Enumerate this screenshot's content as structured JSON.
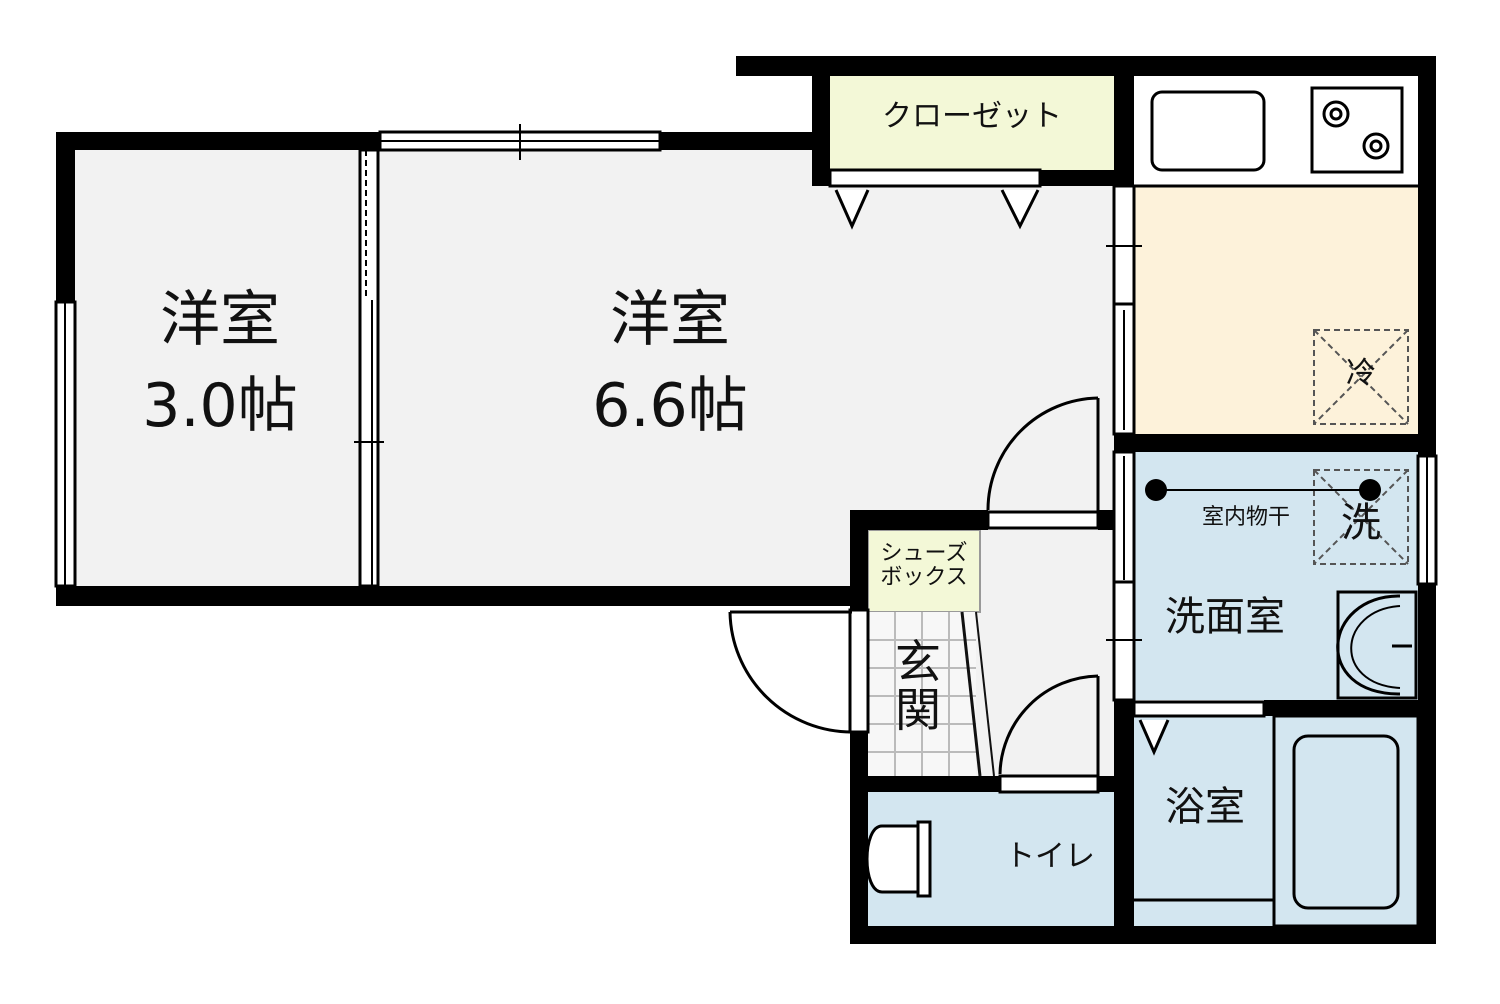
{
  "rooms": {
    "western_room_small": {
      "name": "洋室",
      "size": "3.0帖"
    },
    "western_room_large": {
      "name": "洋室",
      "size": "6.6帖"
    },
    "closet": {
      "name": "クローゼット"
    },
    "shoe_box": {
      "line1": "シューズ",
      "line2": "ボックス"
    },
    "entrance": {
      "char1": "玄",
      "char2": "関"
    },
    "washroom": {
      "name": "洗面室"
    },
    "bathroom": {
      "name": "浴室"
    },
    "toilet": {
      "name": "トイレ"
    }
  },
  "fixtures": {
    "fridge_mark": "冷",
    "washer_mark": "洗",
    "indoor_drying": "室内物干"
  },
  "colors": {
    "wall": "#000000",
    "room_floor": "#f2f2f2",
    "kitchen_floor": "#fdf2da",
    "closet_floor": "#f3f8d7",
    "wet_area": "#d3e6f0",
    "shoe_box": "#f3f8d7",
    "entrance_tile": "#f7f7f7"
  }
}
